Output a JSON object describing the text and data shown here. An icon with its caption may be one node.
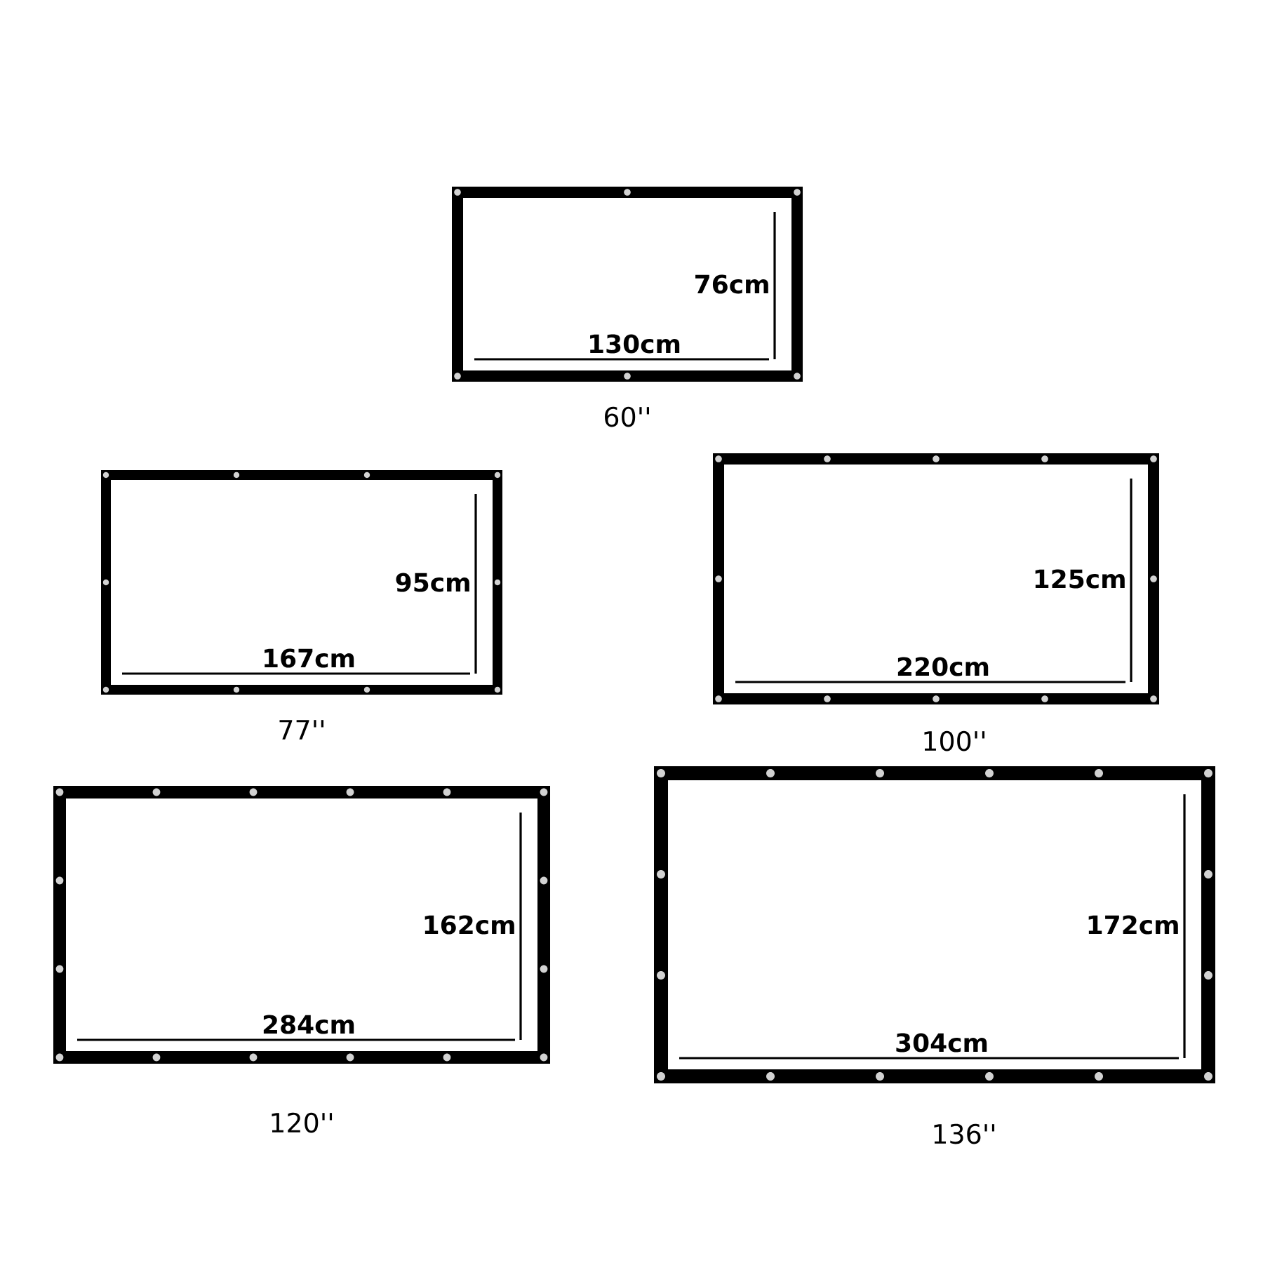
{
  "diagram": {
    "nodes": [
      {
        "text": [
          "76cm",
          "130cm"
        ],
        "beside": [
          "60''"
        ]
      },
      {
        "text": [
          "95cm",
          "167cm"
        ],
        "beside": [
          "77''"
        ]
      },
      {
        "text": [
          "125cm",
          "220cm"
        ],
        "beside": [
          "100''"
        ]
      },
      {
        "text": [
          "162cm",
          "284cm"
        ],
        "beside": [
          "120''"
        ]
      },
      {
        "text": [
          "172cm",
          "304cm"
        ],
        "beside": [
          "136''"
        ]
      }
    ]
  }
}
